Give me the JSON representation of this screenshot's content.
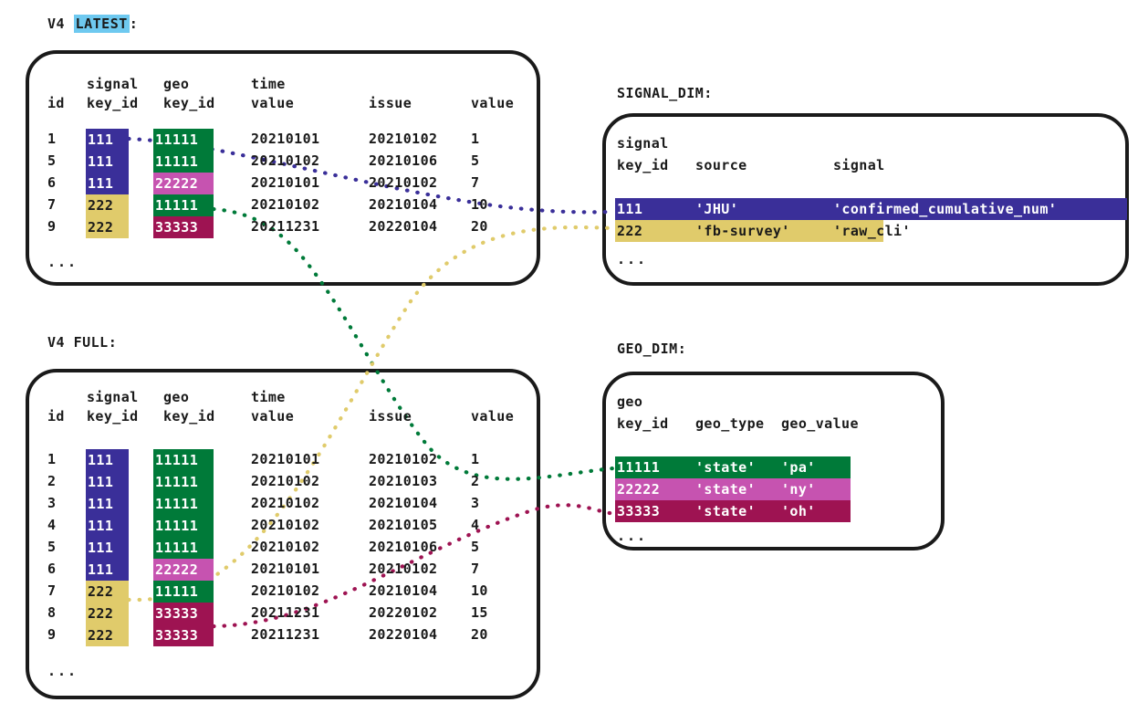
{
  "colors": {
    "purple": "#3a2f99",
    "green": "#007a39",
    "magenta": "#c653b0",
    "maroon": "#9e1352",
    "yellow": "#e0cb6b",
    "cyan": "#6ec9f0",
    "ink": "#1a1a1a",
    "white": "#ffffff"
  },
  "captions": {
    "latest_prefix": "V4 ",
    "latest_highlight": "LATEST",
    "latest_suffix": ":",
    "full": "V4 FULL:",
    "signal_dim": "SIGNAL_DIM:",
    "geo_dim": "GEO_DIM:"
  },
  "latest_table": {
    "header_top": [
      "",
      "signal",
      "geo",
      "time",
      "",
      ""
    ],
    "header_bottom": [
      "id",
      "key_id",
      "key_id",
      "value",
      "issue",
      "value"
    ],
    "ellipsis": "...",
    "rows": [
      {
        "id": "1",
        "signal_key_id": "111",
        "signal_color": "purple",
        "geo_key_id": "11111",
        "geo_color": "green",
        "time_value": "20210101",
        "issue": "20210102",
        "value": "1"
      },
      {
        "id": "5",
        "signal_key_id": "111",
        "signal_color": "purple",
        "geo_key_id": "11111",
        "geo_color": "green",
        "time_value": "20210102",
        "issue": "20210106",
        "value": "5"
      },
      {
        "id": "6",
        "signal_key_id": "111",
        "signal_color": "purple",
        "geo_key_id": "22222",
        "geo_color": "magenta",
        "time_value": "20210101",
        "issue": "20210102",
        "value": "7"
      },
      {
        "id": "7",
        "signal_key_id": "222",
        "signal_color": "yellow",
        "geo_key_id": "11111",
        "geo_color": "green",
        "time_value": "20210102",
        "issue": "20210104",
        "value": "10"
      },
      {
        "id": "9",
        "signal_key_id": "222",
        "signal_color": "yellow",
        "geo_key_id": "33333",
        "geo_color": "maroon",
        "time_value": "20211231",
        "issue": "20220104",
        "value": "20"
      }
    ]
  },
  "full_table": {
    "header_top": [
      "",
      "signal",
      "geo",
      "time",
      "",
      ""
    ],
    "header_bottom": [
      "id",
      "key_id",
      "key_id",
      "value",
      "issue",
      "value"
    ],
    "ellipsis": "...",
    "rows": [
      {
        "id": "1",
        "signal_key_id": "111",
        "signal_color": "purple",
        "geo_key_id": "11111",
        "geo_color": "green",
        "time_value": "20210101",
        "issue": "20210102",
        "value": "1"
      },
      {
        "id": "2",
        "signal_key_id": "111",
        "signal_color": "purple",
        "geo_key_id": "11111",
        "geo_color": "green",
        "time_value": "20210102",
        "issue": "20210103",
        "value": "2"
      },
      {
        "id": "3",
        "signal_key_id": "111",
        "signal_color": "purple",
        "geo_key_id": "11111",
        "geo_color": "green",
        "time_value": "20210102",
        "issue": "20210104",
        "value": "3"
      },
      {
        "id": "4",
        "signal_key_id": "111",
        "signal_color": "purple",
        "geo_key_id": "11111",
        "geo_color": "green",
        "time_value": "20210102",
        "issue": "20210105",
        "value": "4"
      },
      {
        "id": "5",
        "signal_key_id": "111",
        "signal_color": "purple",
        "geo_key_id": "11111",
        "geo_color": "green",
        "time_value": "20210102",
        "issue": "20210106",
        "value": "5"
      },
      {
        "id": "6",
        "signal_key_id": "111",
        "signal_color": "purple",
        "geo_key_id": "22222",
        "geo_color": "magenta",
        "time_value": "20210101",
        "issue": "20210102",
        "value": "7"
      },
      {
        "id": "7",
        "signal_key_id": "222",
        "signal_color": "yellow",
        "geo_key_id": "11111",
        "geo_color": "green",
        "time_value": "20210102",
        "issue": "20210104",
        "value": "10"
      },
      {
        "id": "8",
        "signal_key_id": "222",
        "signal_color": "yellow",
        "geo_key_id": "33333",
        "geo_color": "maroon",
        "time_value": "20211231",
        "issue": "20220102",
        "value": "15"
      },
      {
        "id": "9",
        "signal_key_id": "222",
        "signal_color": "yellow",
        "geo_key_id": "33333",
        "geo_color": "maroon",
        "time_value": "20211231",
        "issue": "20220104",
        "value": "20"
      }
    ]
  },
  "signal_dim_table": {
    "header_top": [
      "signal",
      "",
      ""
    ],
    "header_bottom": [
      "key_id",
      "source",
      "signal"
    ],
    "ellipsis": "...",
    "rows": [
      {
        "key_id": "111",
        "source": "'JHU'",
        "signal": "'confirmed_cumulative_num'",
        "color": "purple",
        "text": "white"
      },
      {
        "key_id": "222",
        "source": "'fb-survey'",
        "signal": "'raw_cli'",
        "color": "yellow",
        "text": "ink"
      }
    ]
  },
  "geo_dim_table": {
    "header_top": [
      "geo",
      "",
      ""
    ],
    "header_bottom": [
      "key_id",
      "geo_type",
      "geo_value"
    ],
    "ellipsis": "...",
    "rows": [
      {
        "key_id": "11111",
        "geo_type": "'state'",
        "geo_value": "'pa'",
        "color": "green",
        "text": "white"
      },
      {
        "key_id": "22222",
        "geo_type": "'state'",
        "geo_value": "'ny'",
        "color": "magenta",
        "text": "white"
      },
      {
        "key_id": "33333",
        "geo_type": "'state'",
        "geo_value": "'oh'",
        "color": "maroon",
        "text": "white"
      }
    ]
  },
  "edges": [
    {
      "name": "latest-signal-111-to-signal-dim-111",
      "color": "purple"
    },
    {
      "name": "latest-geo-11111-to-geo-dim-11111",
      "color": "green"
    },
    {
      "name": "full-signal-222-to-signal-dim-222",
      "color": "yellow"
    },
    {
      "name": "full-geo-33333-to-geo-dim-33333",
      "color": "maroon"
    }
  ]
}
